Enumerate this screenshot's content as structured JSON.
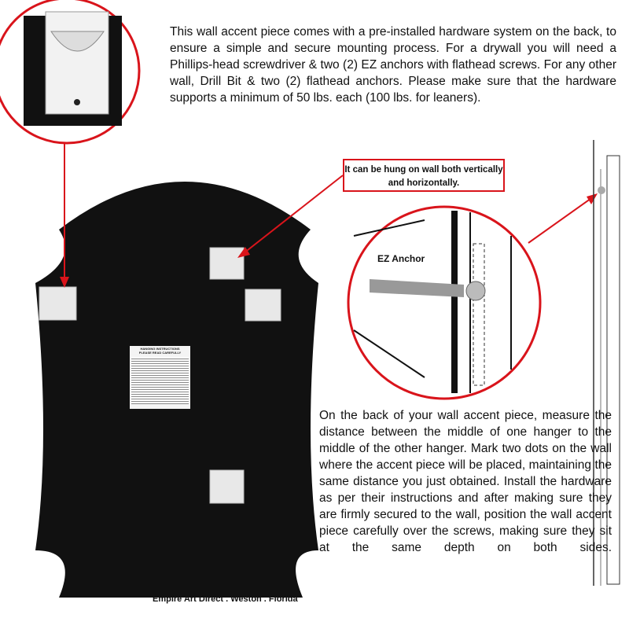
{
  "description_text": "This wall accent piece comes with a pre-installed hardware system on the back, to ensure a simple and secure mounting process.  For a drywall you will need a Phillips-head screwdriver & two (2) EZ anchors with flathead screws. For any other wall, Drill Bit & two (2) flathead anchors.  Please make sure that the hardware supports a minimum of 50 lbs. each (100 lbs. for leaners).",
  "callout_text": "It can be hung on wall both vertically and horizontally.",
  "anchor_label": "EZ Anchor",
  "instructions_text": "On the back of your wall accent piece, measure the distance between the middle of one hanger to the middle of the other hanger. Mark two dots on the wall where the accent piece will be placed, maintaining the same distance you just obtained. Install the hardware as per their instructions and after making sure they are firmly secured to the wall, position the wall accent piece carefully over the screws, making sure they sit at the same depth on both sides.",
  "back_label": {
    "title": "HANGING INSTRUCTIONS",
    "subtitle": "PLEASE READ CAREFULLY"
  },
  "footer": "Empire Art Direct  . Weston . Florida",
  "colors": {
    "accent": "#d9141b",
    "panel": "#111111",
    "hanger": "#e6e6e6"
  }
}
